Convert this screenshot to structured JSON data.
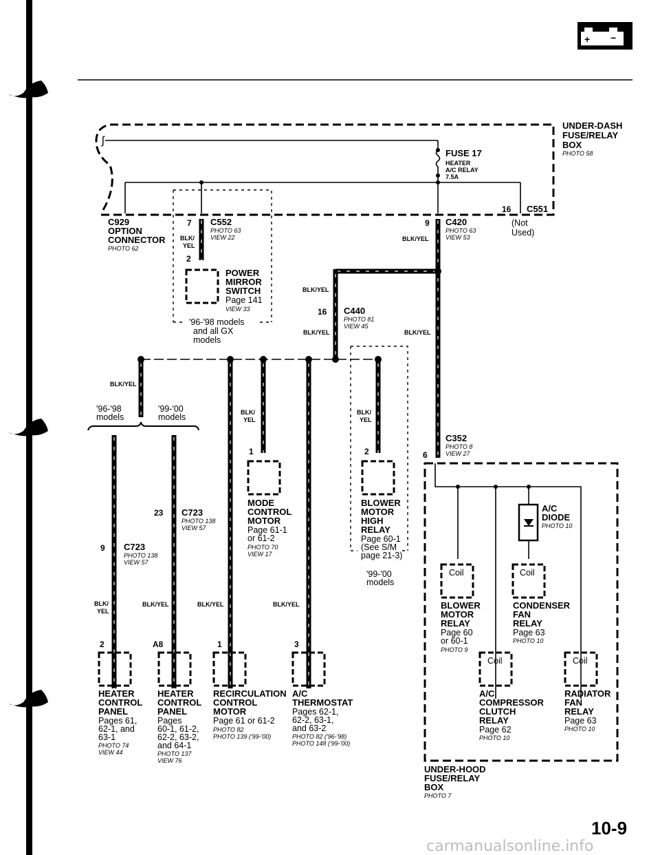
{
  "page": {
    "number": "10-9",
    "watermark": "carmanualsonline.info",
    "battery_icon": "battery-icon"
  },
  "underdash_box": {
    "title": [
      "UNDER-DASH",
      "FUSE/RELAY",
      "BOX"
    ],
    "photo": "PHOTO 58",
    "fuse": {
      "label": "FUSE 17",
      "desc": [
        "HEATER",
        "A/C RELAY",
        "7.5A"
      ]
    },
    "c551": {
      "pin": "16",
      "name": "C551",
      "note": [
        "(Not",
        "Used)"
      ]
    }
  },
  "connectors": {
    "c929": {
      "name": "C929",
      "desc": [
        "OPTION",
        "CONNECTOR"
      ],
      "photo": "PHOTO 62"
    },
    "c552": {
      "pin_top": "7",
      "pin_bottom": "2",
      "name": "C552",
      "photo": "PHOTO 63",
      "view": "VIEW 22"
    },
    "c420": {
      "pin": "9",
      "name": "C420",
      "photo": "PHOTO 63",
      "view": "VIEW 53"
    },
    "c440": {
      "pin": "16",
      "name": "C440",
      "photo": "PHOTO 81",
      "view": "VIEW 45"
    },
    "c352": {
      "pin": "6",
      "name": "C352",
      "photo": "PHOTO 8",
      "view": "VIEW 27"
    },
    "c723_a": {
      "pin": "23",
      "name": "C723",
      "photo": "PHOTO 138",
      "view": "VIEW 57"
    },
    "c723_b": {
      "pin": "9",
      "name": "C723",
      "photo": "PHOTO 138",
      "view": "VIEW 57"
    }
  },
  "wire_color": "BLK/YEL",
  "wire_color_split": [
    "BLK/",
    "YEL"
  ],
  "notes": {
    "mirror_group": [
      "'96-'98 models",
      "and all GX",
      "models"
    ],
    "split_left": [
      "'96-'98",
      "models"
    ],
    "split_right": [
      "'99-'00",
      "models"
    ],
    "blower_group": [
      "'99-'00",
      "models"
    ]
  },
  "components": {
    "power_mirror": {
      "title": [
        "POWER",
        "MIRROR",
        "SWITCH"
      ],
      "page": "Page 141",
      "view": "VIEW 33"
    },
    "mode_motor": {
      "pin": "1",
      "title": [
        "MODE",
        "CONTROL",
        "MOTOR"
      ],
      "page": [
        "Page 61-1",
        "or 61-2"
      ],
      "photo": "PHOTO 70",
      "view": "VIEW 17"
    },
    "blower_high": {
      "pin": "2",
      "title": [
        "BLOWER",
        "MOTOR",
        "HIGH",
        "RELAY"
      ],
      "page": [
        "Page 60-1",
        "(See S/M",
        "page 21-3)"
      ]
    },
    "heater_panel_a": {
      "pin": "2",
      "title": [
        "HEATER",
        "CONTROL",
        "PANEL"
      ],
      "page": [
        "Pages 61,",
        "62-1, and",
        "63-1"
      ],
      "photo": "PHOTO 74",
      "view": "VIEW 44"
    },
    "heater_panel_b": {
      "pin": "A8",
      "title": [
        "HEATER",
        "CONTROL",
        "PANEL"
      ],
      "page": [
        "Pages",
        "60-1, 61-2,",
        "62-2, 63-2,",
        "and 64-1"
      ],
      "photo": "PHOTO 137",
      "view": "VIEW 76"
    },
    "recirc_motor": {
      "pin": "1",
      "title": [
        "RECIRCULATION",
        "CONTROL",
        "MOTOR"
      ],
      "page": [
        "Page 61 or 61-2"
      ],
      "photo": [
        "PHOTO 82",
        "PHOTO 139 ('99-'00)"
      ]
    },
    "ac_thermostat": {
      "pin": "3",
      "title": [
        "A/C",
        "THERMOSTAT"
      ],
      "page": [
        "Pages 62-1,",
        "62-2, 63-1,",
        "and 63-2"
      ],
      "photo": [
        "PHOTO 82 ('96-'98)",
        "PHOTO 148 ('99-'00)"
      ]
    }
  },
  "underhood_box": {
    "title": [
      "UNDER-HOOD",
      "FUSE/RELAY",
      "BOX"
    ],
    "photo": "PHOTO 7",
    "ac_diode": {
      "title": [
        "A/C",
        "DIODE"
      ],
      "photo": "PHOTO 10"
    },
    "coil_label": "Coil",
    "blower_relay": {
      "title": [
        "BLOWER",
        "MOTOR",
        "RELAY"
      ],
      "page": [
        "Page 60",
        "or 60-1"
      ],
      "photo": "PHOTO 9"
    },
    "condenser_relay": {
      "title": [
        "CONDENSER",
        "FAN",
        "RELAY"
      ],
      "page": [
        "Page 63"
      ],
      "photo": "PHOTO 10"
    },
    "compressor_relay": {
      "title": [
        "A/C",
        "COMPRESSOR",
        "CLUTCH",
        "RELAY"
      ],
      "page": [
        "Page 62"
      ],
      "photo": "PHOTO 10"
    },
    "radiator_relay": {
      "title": [
        "RADIATOR",
        "FAN",
        "RELAY"
      ],
      "page": [
        "Page 63"
      ],
      "photo": "PHOTO 10"
    }
  }
}
